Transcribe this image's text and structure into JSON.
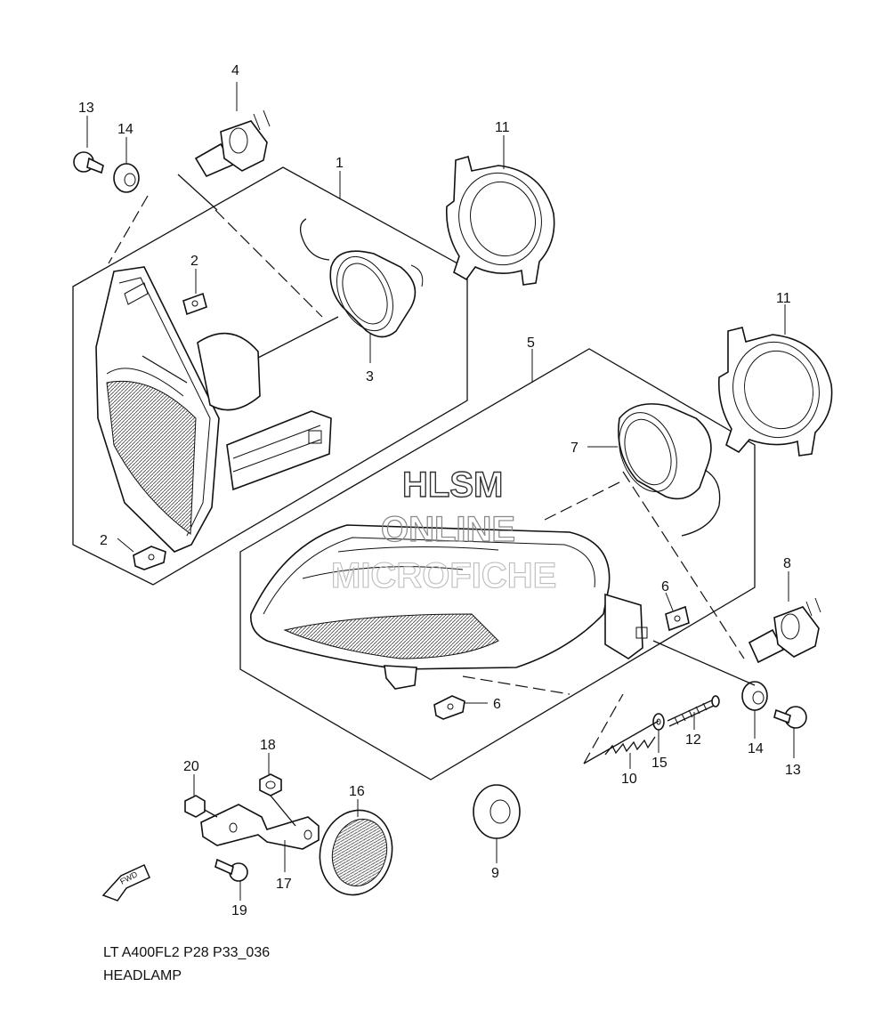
{
  "callouts": {
    "c1": "1",
    "c2a": "2",
    "c2b": "2",
    "c3": "3",
    "c4": "4",
    "c5": "5",
    "c6a": "6",
    "c6b": "6",
    "c7": "7",
    "c8": "8",
    "c9": "9",
    "c10": "10",
    "c11a": "11",
    "c11b": "11",
    "c12": "12",
    "c13a": "13",
    "c13b": "13",
    "c14a": "14",
    "c14b": "14",
    "c15": "15",
    "c16": "16",
    "c17": "17",
    "c18": "18",
    "c19": "19",
    "c20": "20"
  },
  "fwd_label": "FWD",
  "watermark": {
    "line1": "HLSM",
    "line2": "ONLINE",
    "line3": "MICROFICHE"
  },
  "caption": {
    "code": "LT A400FL2 P28 P33_036",
    "title": "HEADLAMP"
  }
}
